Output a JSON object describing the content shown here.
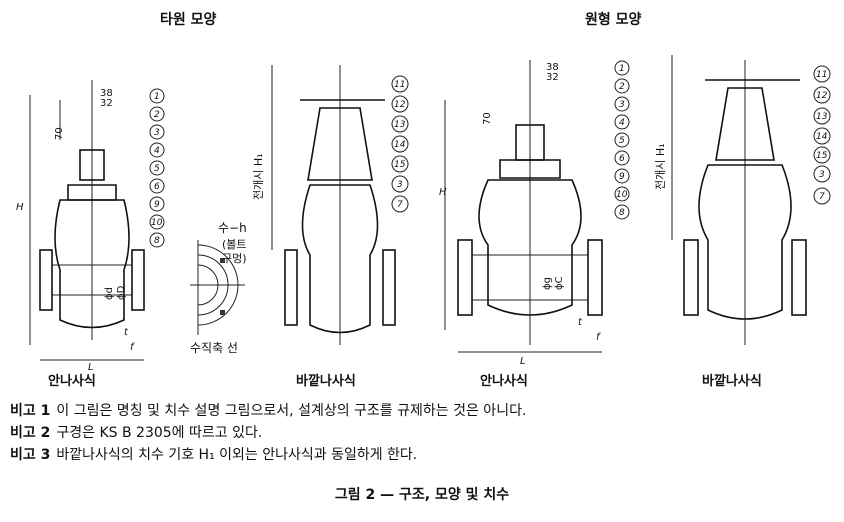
{
  "headings": {
    "oval": "타원 모양",
    "round": "원형 모양"
  },
  "view_labels": [
    "안나사식",
    "바깥나사식",
    "안나사식",
    "바깥나사식"
  ],
  "part_numbers_inner": [
    "1",
    "2",
    "3",
    "4",
    "5",
    "6",
    "9",
    "10",
    "8"
  ],
  "part_numbers_outer": [
    "11",
    "12",
    "13",
    "14",
    "15",
    "3",
    "7"
  ],
  "dimensions": {
    "d38": "38",
    "d32": "32",
    "d70": "70",
    "H": "H",
    "H1": "전개시 H₁",
    "L": "L",
    "f": "f",
    "t": "t",
    "phi": [
      "ϕd",
      "ϕg",
      "ϕC",
      "ϕD"
    ]
  },
  "bolt_detail": {
    "holes": "수−h",
    "holes_note_1": "(볼트",
    "holes_note_2": "구멍)",
    "axis": "수직축 선"
  },
  "notes": [
    {
      "label": "비고 1",
      "text": "이 그림은 명칭 및 치수 설명 그림으로서, 설계상의 구조를 규제하는 것은 아니다."
    },
    {
      "label": "비고 2",
      "text": "구경은 KS B 2305에 따르고 있다."
    },
    {
      "label": "비고 3",
      "text": "바깥나사식의 치수 기호 H₁ 이외는 안나사식과 동일하게 한다."
    }
  ],
  "caption": "그림 2 — 구조, 모양 및 치수"
}
